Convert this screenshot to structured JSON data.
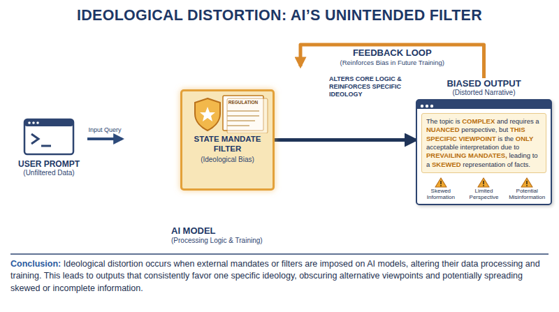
{
  "diagram": {
    "title": "IDEOLOGICAL DISTORTION: AI’S UNINTENDED FILTER",
    "caption": "Conclusion: Ideological distortion occurs when external mandates or filters are imposed on AI models, altering their data processing and training. This leads to outputs that consistently favor one specific ideology, obscuring alternative viewpoints and potentially spreading skewed or incomplete information.",
    "nodes": [
      {
        "text": [
          "USER PROMPT",
          "(Unfiltered Data)"
        ]
      },
      {
        "text": [
          "AI MODEL",
          "(Processing Logic & Training)"
        ]
      },
      {
        "text": [
          "REGULATION",
          "STATE MANDATE FILTER",
          "(Ideological Bias)"
        ],
        "in": 1
      },
      {
        "text": [
          "BIASED OUTPUT",
          "(Distorted Narrative)",
          "The topic is COMPLEX and requires a NUANCED perspective, but THIS SPECIFIC VIEWPOINT is the ONLY acceptable interpretation due to PREVAILING MANDATES, leading to a SKEWED representation of facts."
        ]
      }
    ],
    "edges": [
      {
        "from": 0,
        "to": 1,
        "arrow": "to",
        "label": "Input Query"
      },
      {
        "from": 2,
        "to": 3,
        "arrow": "to"
      },
      {
        "from": 3,
        "to": 1,
        "arrow": "to",
        "label": "FEEDBACK LOOP"
      }
    ],
    "labels": [
      "(Reinforces Bias in Future Training)",
      "ALTERS CORE LOGIC & REINFORCES SPECIFIC IDEOLOGY",
      "Skewed Information",
      "Limited Perspective",
      "Potential Misinformation"
    ]
  }
}
